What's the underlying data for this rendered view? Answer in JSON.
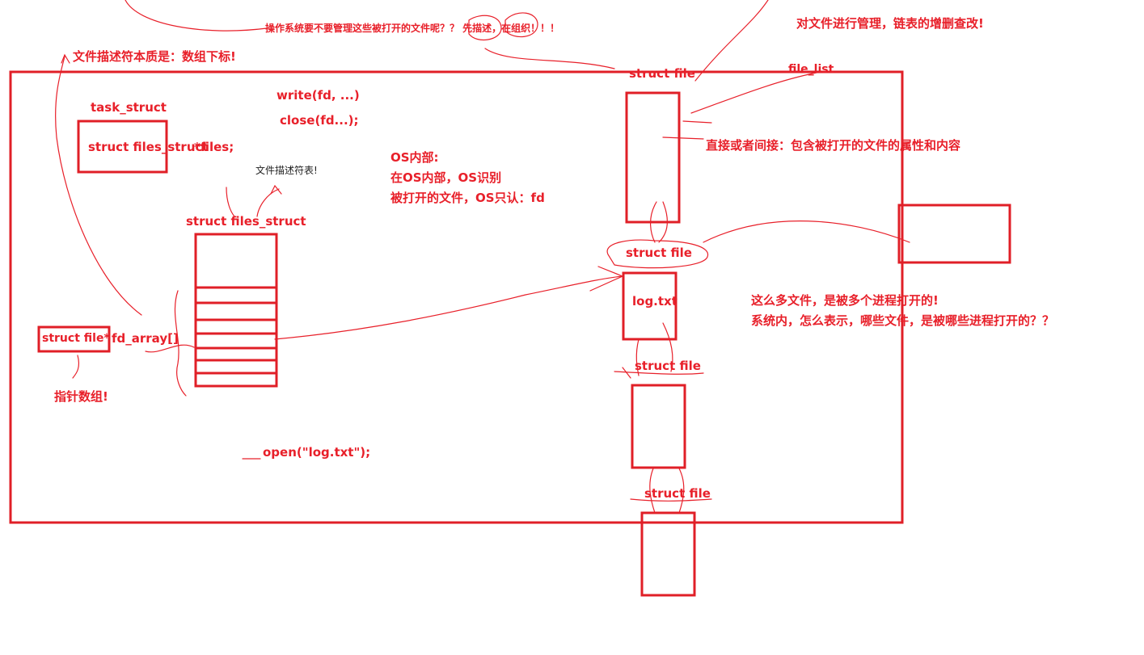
{
  "annotations": {
    "top_question": "操作系统要不要管理这些被打开的文件呢？？ 先描述，在组织！！！",
    "manage_files": "对文件进行管理，链表的增删查改!",
    "fd_essence": "文件描述符本质是：数组下标!",
    "file_list": "file_list",
    "direct_indirect": "直接或者间接：包含被打开的文件的属性和内容",
    "os_inner_title": "OS内部:",
    "os_inner_1": "在OS内部，OS识别",
    "os_inner_2": "被打开的文件，OS只认：fd",
    "fd_table": "文件描述符表!",
    "pointer_array": "指针数组!",
    "many_files": "这么多文件，是被多个进程打开的!",
    "which_process": "系统内，怎么表示，哪些文件，是被哪些进程打开的？？"
  },
  "code": {
    "task_struct": "task_struct",
    "files_ptr_type": "struct files_struct",
    "files_ptr_name": " *files;",
    "files_struct": "struct files_struct",
    "write_call": "write(fd, ...)",
    "close_call": "close(fd...);",
    "fd_array_type": "struct file*",
    "fd_array_name": "fd_array[]",
    "open_call": "open(\"log.txt\");",
    "struct_file": "struct file",
    "log_txt": "log.txt"
  },
  "colors": {
    "ink": "#e01f27",
    "text": "#e8202a",
    "background": "#ffffff"
  }
}
